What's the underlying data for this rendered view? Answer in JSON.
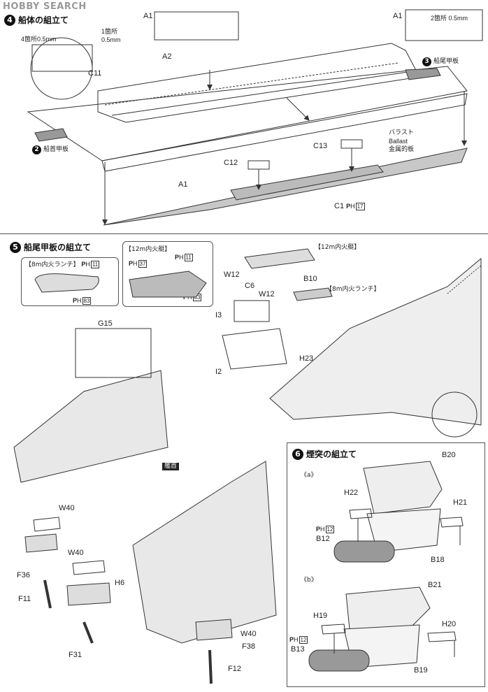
{
  "watermark": "HOBBY SEARCH",
  "step4": {
    "number": "4",
    "title": "船体の組立て",
    "note_left": "4箇所0.5mm",
    "note_mid": "1箇所\n0.5mm",
    "note_right": "2箇所 0.5mm",
    "stern_deck": "船尾甲板",
    "bow_deck": "船首甲板",
    "stern_deck_num": "3",
    "bow_deck_num": "2",
    "ballast_jp": "バラスト",
    "ballast_en": "Ballast",
    "ballast_cn": "金属的板",
    "labels": {
      "A1_left": "A1",
      "A1_right": "A1",
      "A2": "A2",
      "C11": "C11",
      "C12": "C12",
      "C13": "C13",
      "A1_hull": "A1",
      "C1": "C1"
    },
    "c1_ph": "17"
  },
  "step5": {
    "number": "5",
    "title": "船尾甲板の組立て",
    "box_launch_title": "【8m内火ランチ】",
    "box_launch_ph_top": "11",
    "box_launch_ph_bottom": "83",
    "box_boat_title": "【12m内火艇】",
    "box_boat_ph_a": "37",
    "box_boat_ph_b": "11",
    "box_boat_ph_c": "83",
    "label_12m": "【12m内火艇】",
    "label_8m": "【8m内火ランチ】",
    "bow_tag": "艦首",
    "labels": {
      "G15": "G15",
      "W12_a": "W12",
      "C6": "C6",
      "W12_b": "W12",
      "B10": "B10",
      "I3": "I3",
      "I2": "I2",
      "H23": "H23",
      "W40_a": "W40",
      "W40_b": "W40",
      "W40_c": "W40",
      "F36": "F36",
      "F11": "F11",
      "H6": "H6",
      "F31": "F31",
      "F38": "F38",
      "F12": "F12"
    }
  },
  "step6": {
    "number": "6",
    "title": "煙突の組立て",
    "sub_a": "《a》",
    "sub_b": "《b》",
    "labels": {
      "B20": "B20",
      "H22": "H22",
      "H21": "H21",
      "B12": "B12",
      "B18": "B18",
      "B21": "B21",
      "H19": "H19",
      "H20": "H20",
      "B13": "B13",
      "B19": "B19"
    },
    "ph_a": "12",
    "ph_b": "12"
  }
}
